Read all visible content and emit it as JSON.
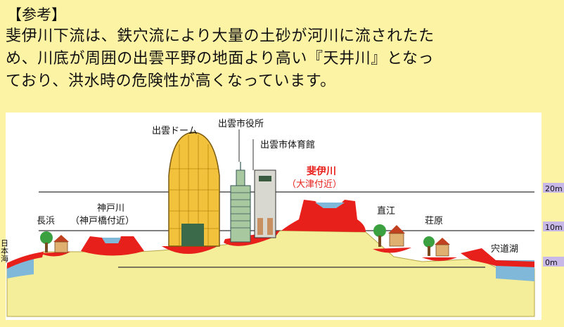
{
  "note": {
    "heading": "【参考】",
    "lines": [
      "斐伊川下流は、鉄穴流により大量の土砂が河川に流されたた",
      "め、川底が周囲の出雲平野の地面より高い『天井川』となっ",
      "ており、洪水時の危険性が高くなっています。"
    ]
  },
  "diagram": {
    "labels": {
      "izumo_dome": "出雲ドーム",
      "city_hall": "出雲市役所",
      "gymnasium": "出雲市体育館",
      "hii_river": "斐伊川",
      "hii_river_sub": "（大津付近）",
      "kando_river": "神戸川",
      "kando_river_sub": "（神戸橋付近）",
      "nagahama": "長浜",
      "naoe": "直江",
      "shobara": "荘原",
      "shinji_lake": "宍道湖",
      "sea_of_japan": "日本海"
    },
    "scale": [
      "20m",
      "10m",
      "0m"
    ],
    "colors": {
      "ground": "#f4ee9b",
      "embankment": "#e8201c",
      "water": "#7fb8d8",
      "highlight_label": "#e8201c",
      "scale_box": "#c8b8e8"
    }
  }
}
